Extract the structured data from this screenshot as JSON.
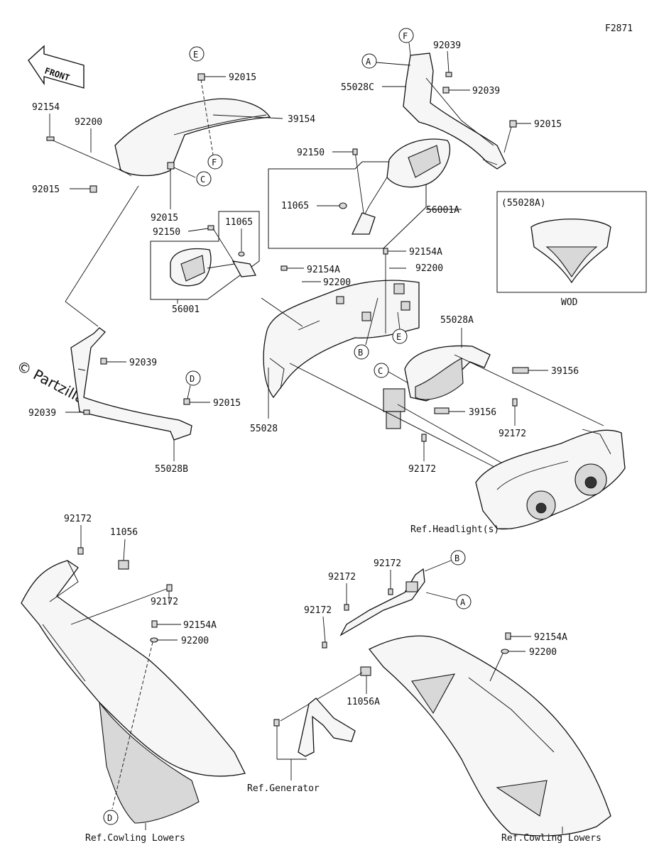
{
  "diagram": {
    "figure_code": "F2871",
    "watermark": "© Partzilla.com",
    "front_label": "FRONT",
    "parts": {
      "p92015_top": "92015",
      "p39154": "39154",
      "p92154_left": "92154",
      "p92200_left": "92200",
      "p92015_left": "92015",
      "p92015_mid": "92015",
      "p92039_a": "92039",
      "p55028C": "55028C",
      "p92039_b": "92039",
      "p92015_right": "92015",
      "p92150_mid": "92150",
      "p11065_mid": "11065",
      "p56001A": "56001A",
      "p11065_left": "11065",
      "p92150_left": "92150",
      "p92154A_r": "92154A",
      "p92200_r": "92200",
      "p92154A_c": "92154A",
      "p92200_c": "92200",
      "p56001": "56001",
      "p92039_c": "92039",
      "p92015_d": "92015",
      "p92039_d": "92039",
      "p55028B": "55028B",
      "p55028": "55028",
      "p55028A": "55028A",
      "p39156_a": "39156",
      "p39156_b": "39156",
      "p92172_a": "92172",
      "p92172_b": "92172",
      "ref_headlight": "Ref.Headlight(s)",
      "p92172_ll1": "92172",
      "p11056": "11056",
      "p92172_ll2": "92172",
      "p92154A_ll": "92154A",
      "p92200_ll": "92200",
      "ref_cowl_left": "Ref.Cowling Lowers",
      "p92172_rl1": "92172",
      "p92172_rl2": "92172",
      "p92172_rl3": "92172",
      "p92154A_rl": "92154A",
      "p92200_rl": "92200",
      "p11056A": "11056A",
      "ref_generator": "Ref.Generator",
      "ref_cowl_right": "Ref.Cowling Lowers"
    },
    "callouts": {
      "A1": "A",
      "A2": "A",
      "B1": "B",
      "B2": "B",
      "C1": "C",
      "C2": "C",
      "D1": "D",
      "D2": "D",
      "E1": "E",
      "E2": "E",
      "F1": "F",
      "F2": "F"
    },
    "inset": {
      "title": "(55028A)",
      "caption": "WOD"
    }
  }
}
